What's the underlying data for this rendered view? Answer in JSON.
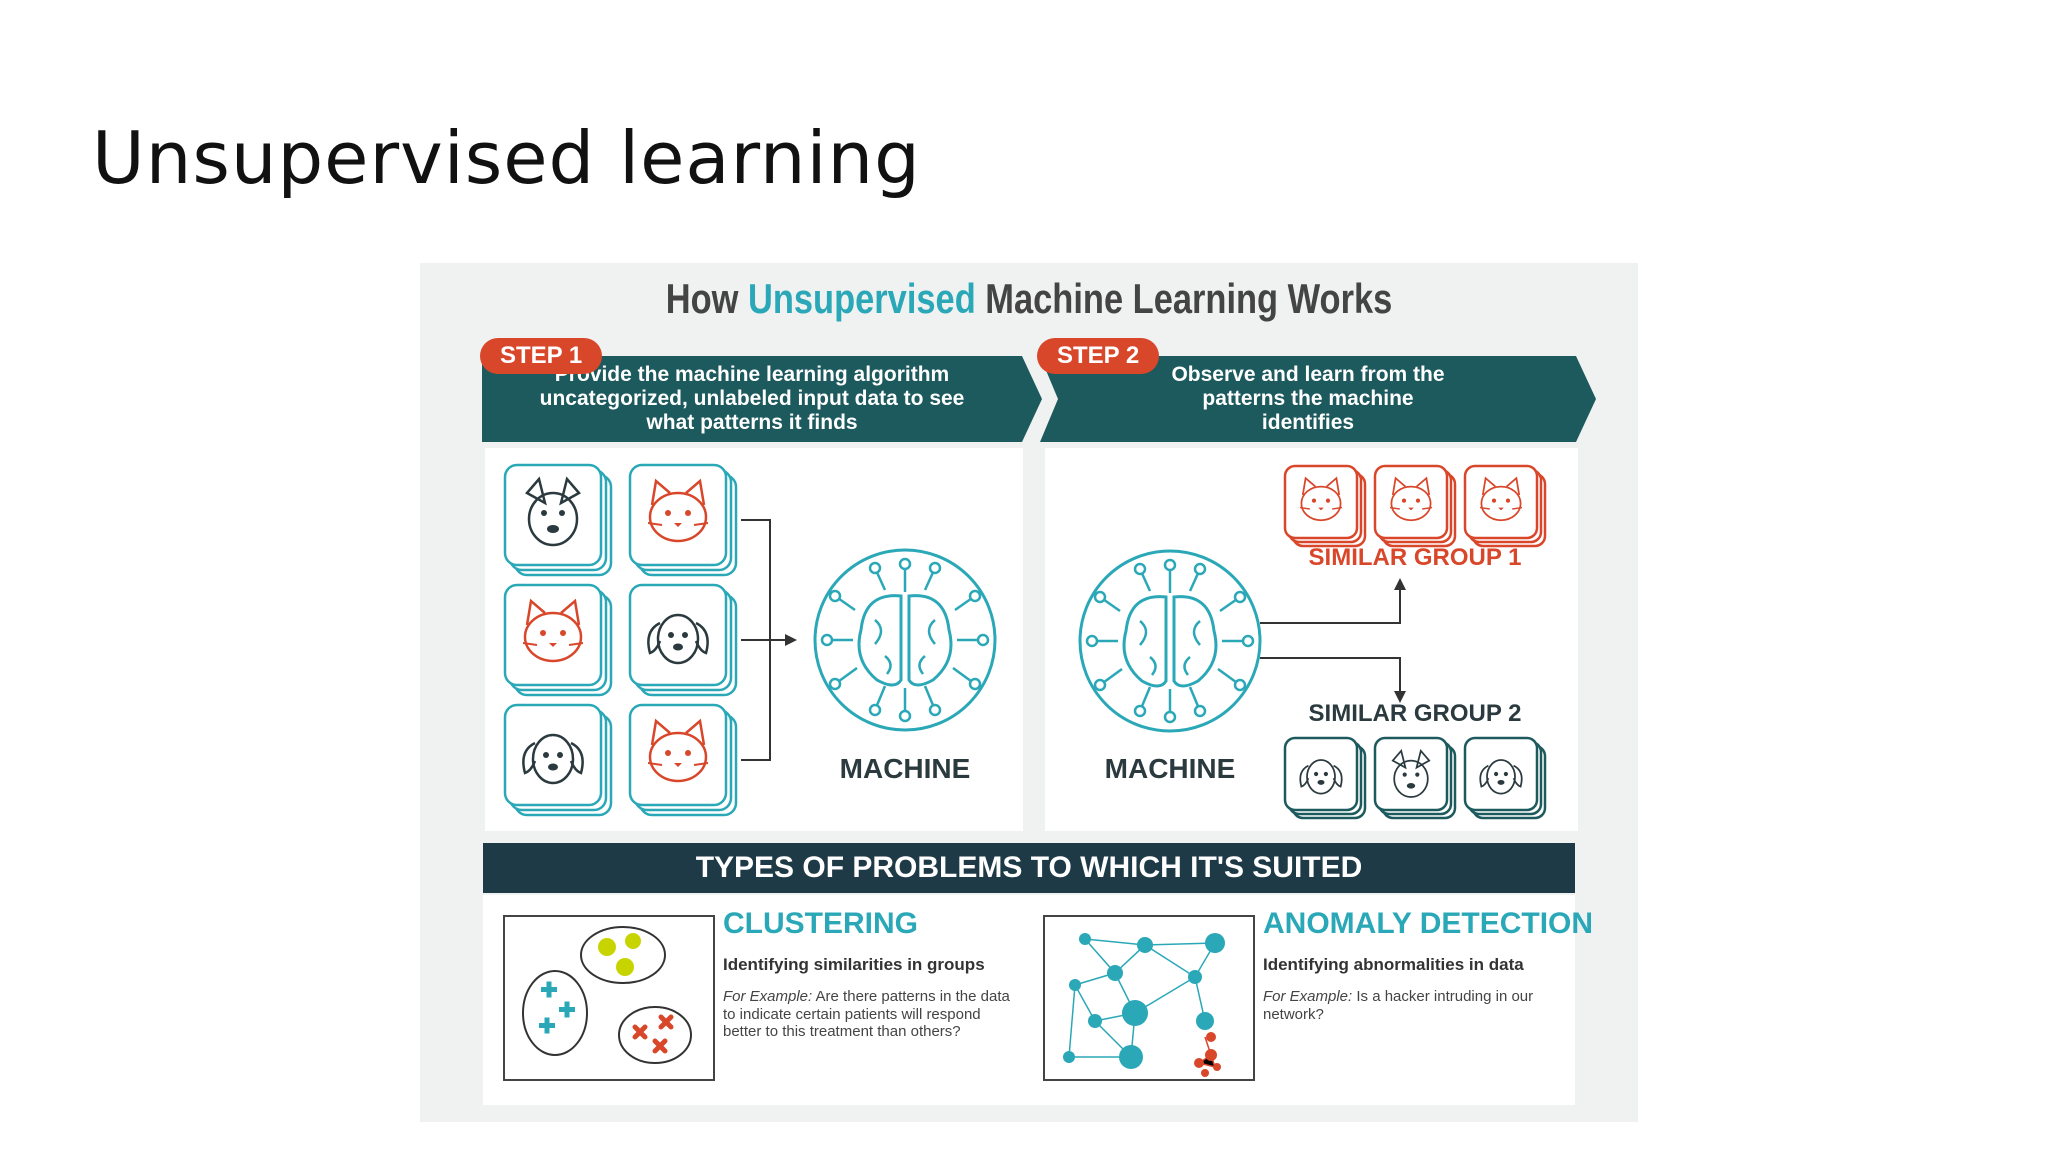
{
  "slide": {
    "title": "Unsupervised learning"
  },
  "infographic": {
    "title_prefix": "How ",
    "title_highlight": "Unsupervised",
    "title_suffix": " Machine Learning Works",
    "step1": {
      "badge": "STEP 1",
      "text": "Provide the machine learning algorithm uncategorized, unlabeled input data to see what patterns it finds"
    },
    "step2": {
      "badge": "STEP 2",
      "text": "Observe and learn from the patterns the machine identifies"
    },
    "machine_label": "MACHINE",
    "group1_label": "SIMILAR GROUP 1",
    "group2_label": "SIMILAR GROUP 2",
    "types_header": "TYPES OF PROBLEMS TO WHICH IT'S SUITED",
    "clustering": {
      "title": "CLUSTERING",
      "subtitle": "Identifying similarities in groups",
      "example_label": "For Example:",
      "example_text": "Are there patterns in the data to indicate certain patients will respond better to this treatment than others?"
    },
    "anomaly": {
      "title": "ANOMALY DETECTION",
      "subtitle": "Identifying abnormalities in data",
      "example_label": "For Example:",
      "example_text": "Is a hacker intruding in our network?"
    }
  },
  "colors": {
    "teal": "#2aa8b8",
    "dark_teal": "#1d5a5e",
    "navy": "#1f3a47",
    "red": "#d9472b",
    "lime": "#c8d400"
  }
}
